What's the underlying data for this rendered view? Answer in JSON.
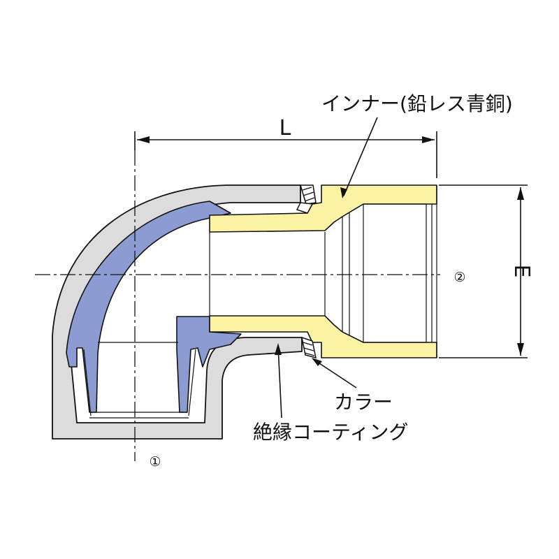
{
  "labels": {
    "inner": "インナー(鉛レス青銅)",
    "collar": "カラー",
    "coating": "絶縁コーティング",
    "dim_L": "L",
    "dim_E": "E",
    "port_1": "①",
    "port_2": "②"
  },
  "colors": {
    "body_gray": "#dcdcdc",
    "coating_blue": "#8c9bd2",
    "inner_yellow": "#fbf2a4",
    "line": "#111111"
  }
}
